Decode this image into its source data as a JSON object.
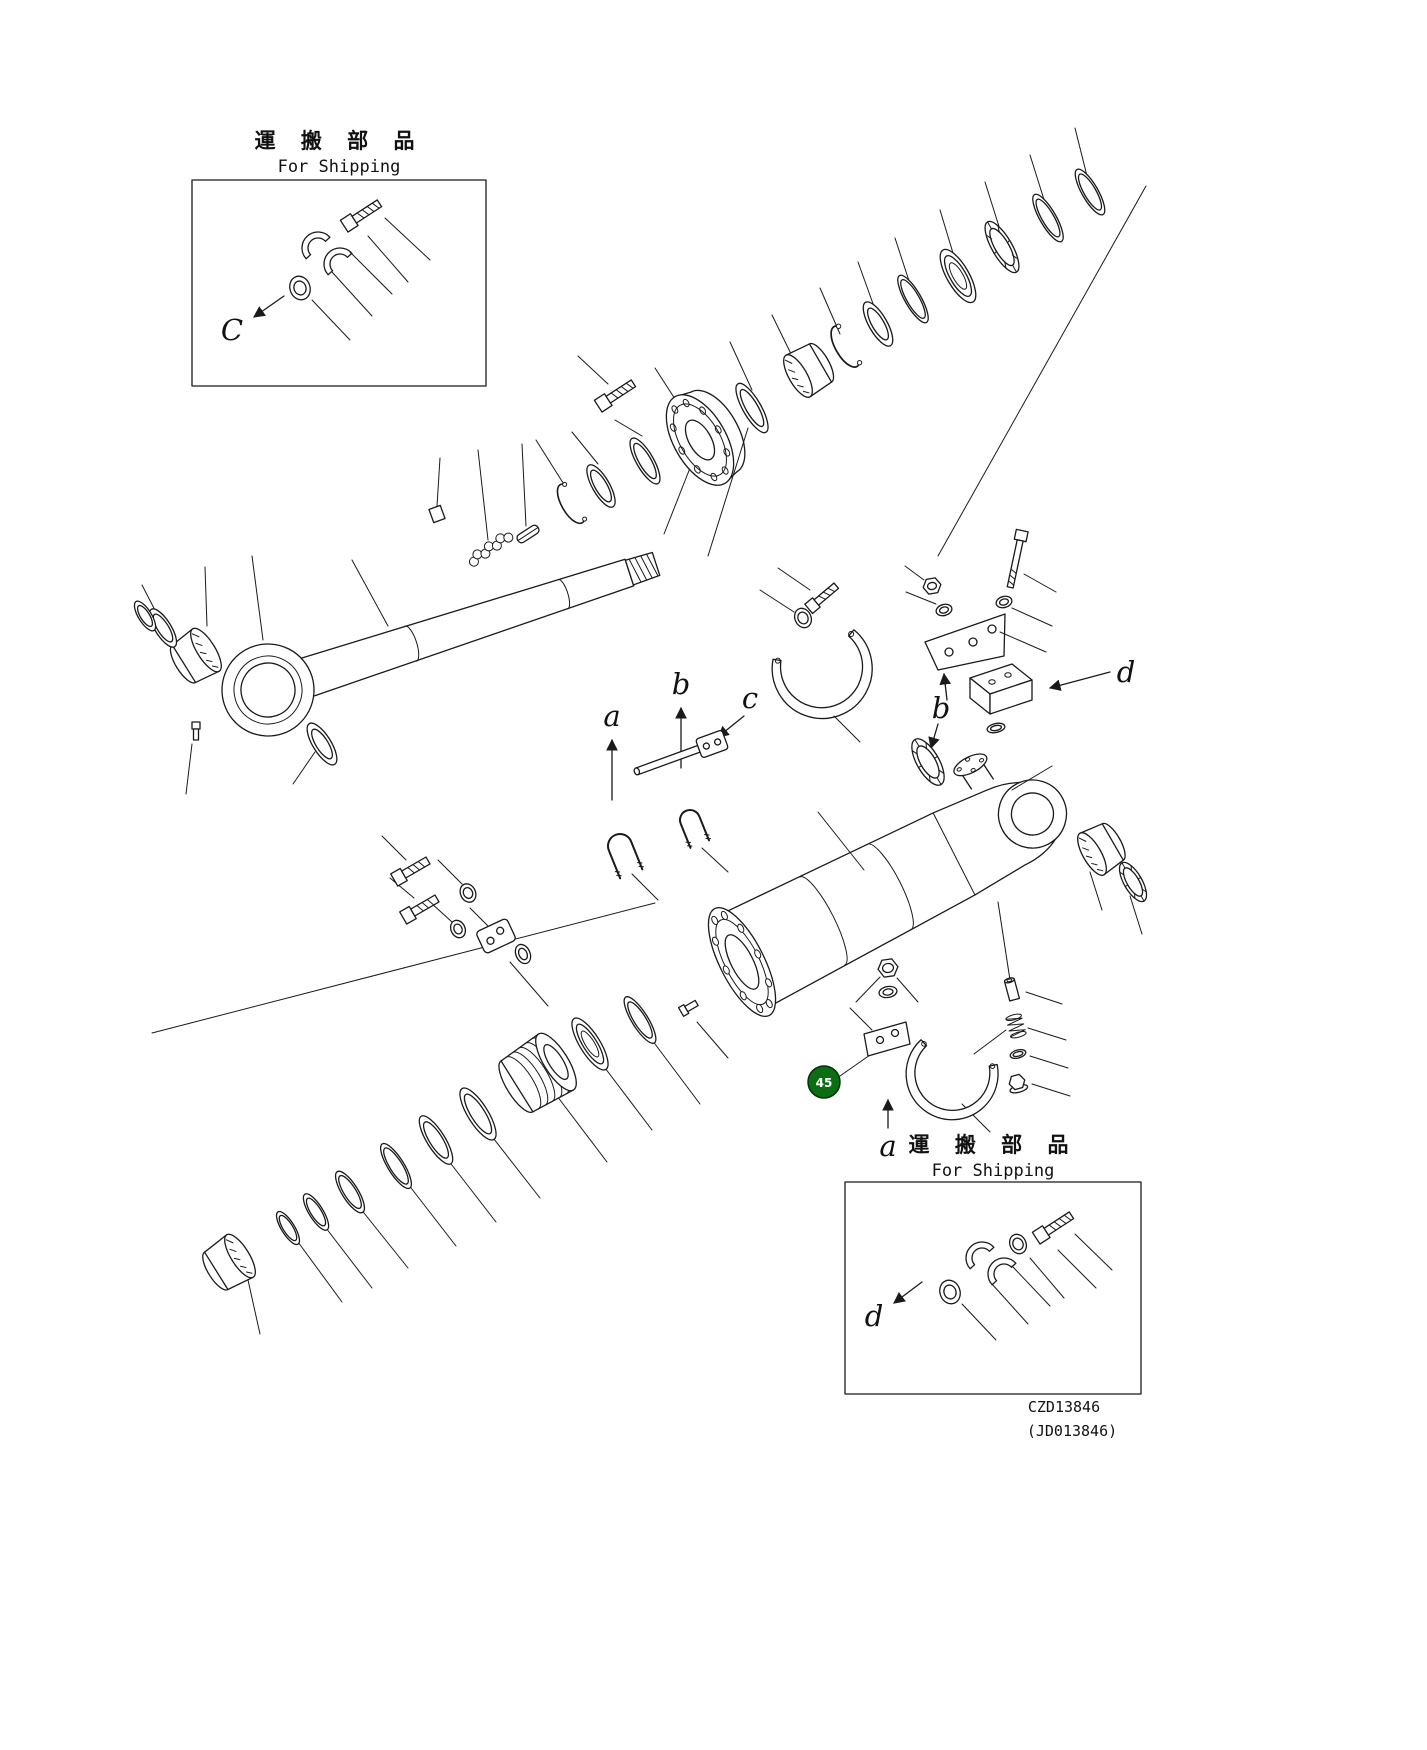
{
  "diagram": {
    "insets": {
      "top": {
        "title_jp": "運 搬 部 品",
        "title_en": "For Shipping",
        "callout": "C"
      },
      "bottom": {
        "title_jp": "運 搬 部 品",
        "title_en": "For Shipping",
        "callout": "d"
      }
    },
    "callouts": {
      "a_upper": "a",
      "b_upper": "b",
      "c_upper": "c",
      "b_mid": "b",
      "d_valve": "d",
      "a_lower": "a"
    },
    "balloon": {
      "number": "45"
    },
    "doc": {
      "code": "CZD13846",
      "code_alt": "(JD013846)"
    },
    "colors": {
      "line": "#1a1a1a",
      "balloon_fill": "#0b6e12",
      "balloon_stroke": "#05320a",
      "balloon_text": "#ffffff",
      "background": "#ffffff"
    }
  }
}
